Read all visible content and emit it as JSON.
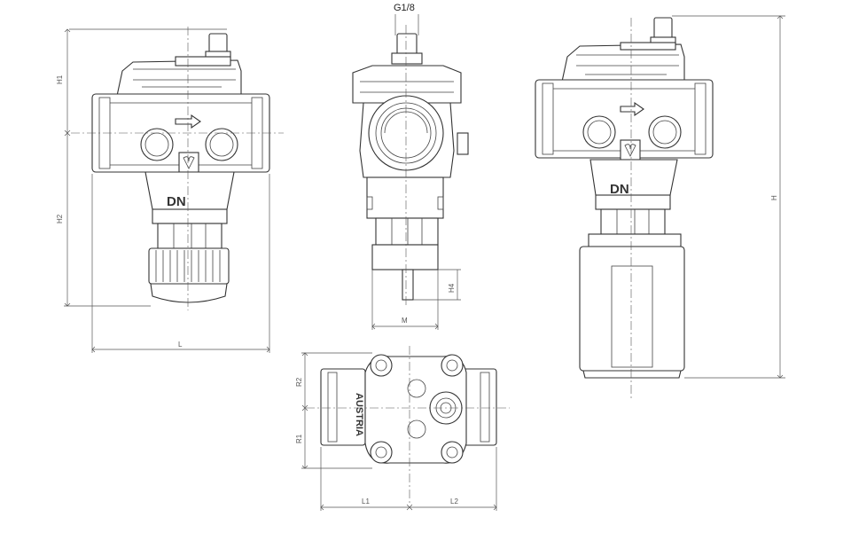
{
  "labels": {
    "thread": "G1/8",
    "h1": "H1",
    "h2": "H2",
    "l": "L",
    "h": "H",
    "m": "M",
    "h4": "H4",
    "r2": "R2",
    "r1": "R1",
    "l1": "L1",
    "l2": "L2",
    "dn_left": "DN",
    "dn_right": "DN",
    "brand": "AUSTRIA"
  }
}
